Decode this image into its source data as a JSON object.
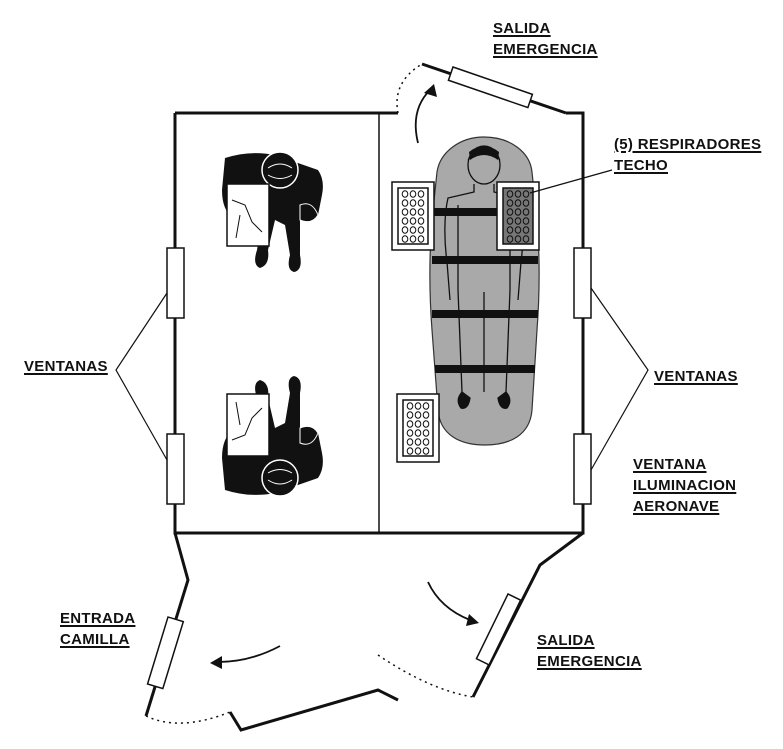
{
  "labels": {
    "salida_emergencia_top": [
      "SALIDA",
      "EMERGENCIA"
    ],
    "respiradores": [
      "(5) RESPIRADORES",
      "TECHO"
    ],
    "ventanas_left": "VENTANAS",
    "ventanas_right": "VENTANAS",
    "ventana_iluminacion": [
      "VENTANA",
      "ILUMINACION",
      "AERONAVE"
    ],
    "entrada_camilla": [
      "ENTRADA",
      "CAMILLA"
    ],
    "salida_emergencia_bottom": [
      "SALIDA",
      "EMERGENCIA"
    ]
  },
  "colors": {
    "line": "#111111",
    "patient_fill": "#a9a9a9",
    "person_fill": "#111111",
    "background": "#ffffff"
  },
  "icons": [
    "seated-person-icon",
    "patient-on-stretcher-icon",
    "respirator-grille-icon",
    "door-swing-arrow-icon"
  ]
}
